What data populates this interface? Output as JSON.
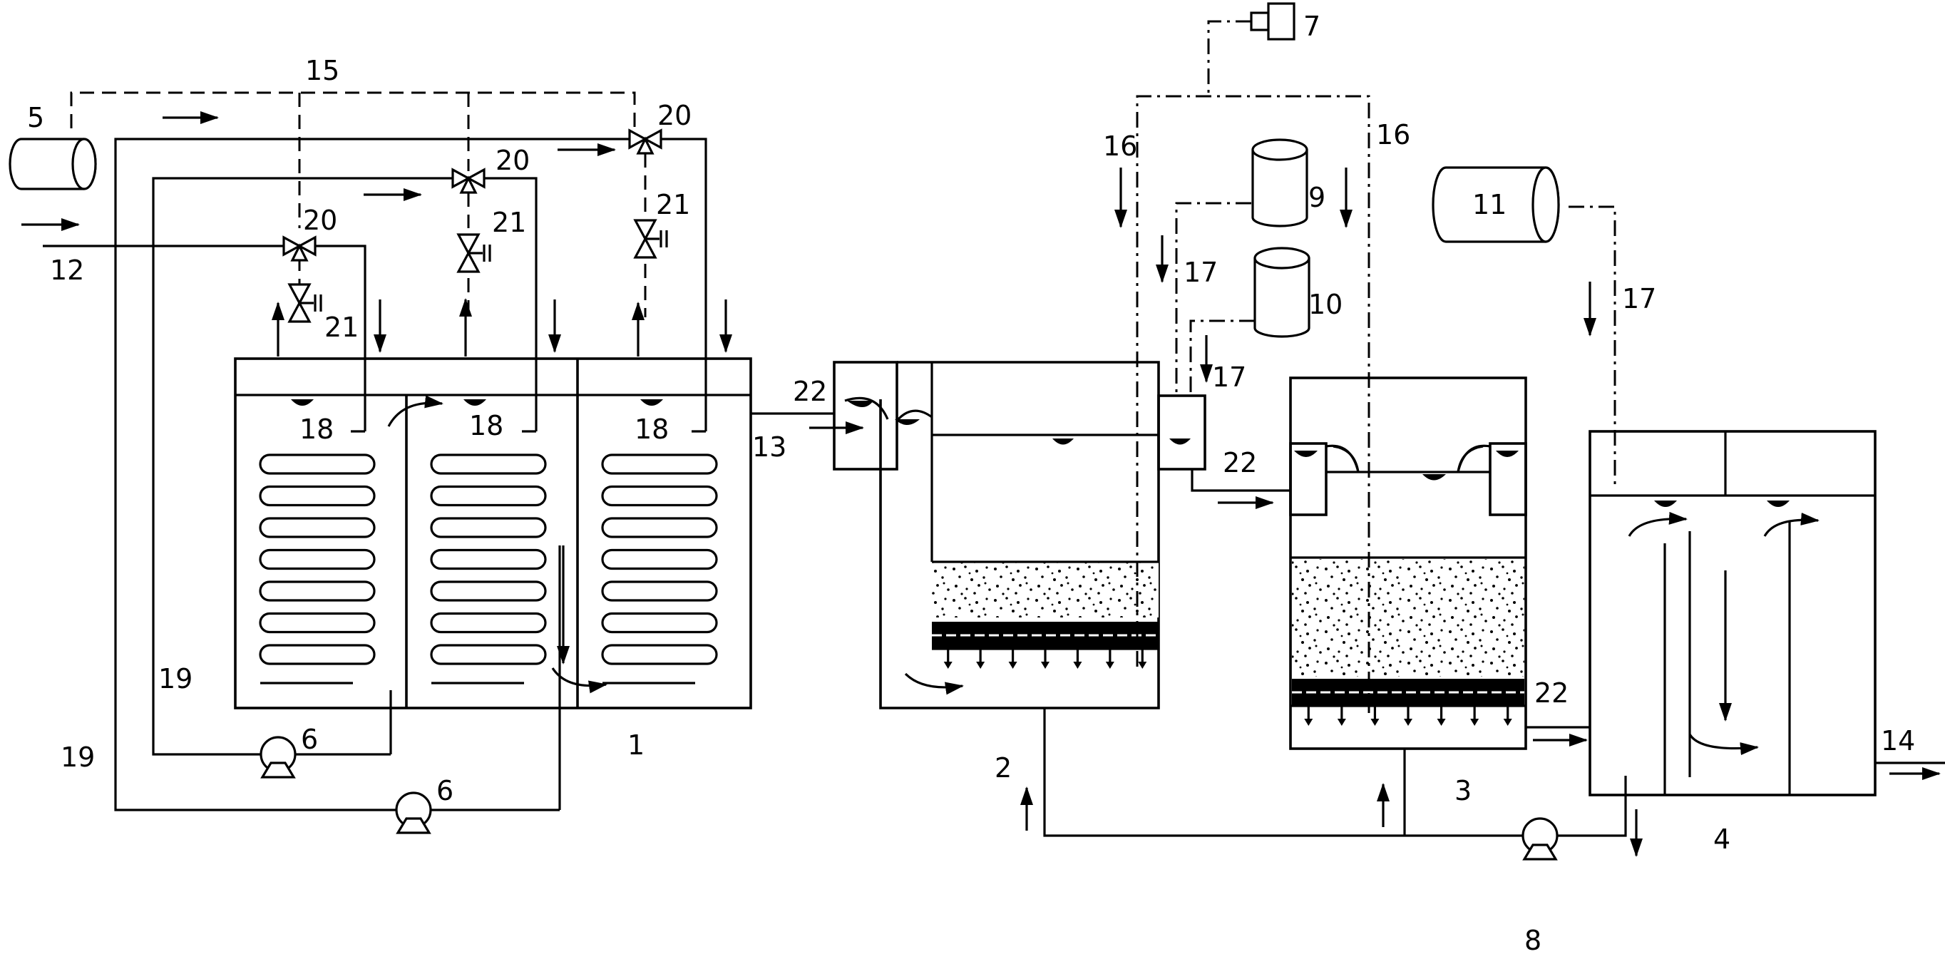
{
  "labels": {
    "n1": "1",
    "n2": "2",
    "n3": "3",
    "n4": "4",
    "n5": "5",
    "n6a": "6",
    "n6b": "6",
    "n7": "7",
    "n8": "8",
    "n9": "9",
    "n10": "10",
    "n11": "11",
    "n12": "12",
    "n13": "13",
    "n14": "14",
    "n15": "15",
    "n16a": "16",
    "n16b": "16",
    "n17a": "17",
    "n17b": "17",
    "n17c": "17",
    "n18a": "18",
    "n18b": "18",
    "n18c": "18",
    "n19a": "19",
    "n19b": "19",
    "n20a": "20",
    "n20b": "20",
    "n20c": "20",
    "n21a": "21",
    "n21b": "21",
    "n21c": "21",
    "n22a": "22",
    "n22b": "22",
    "n22c": "22"
  }
}
